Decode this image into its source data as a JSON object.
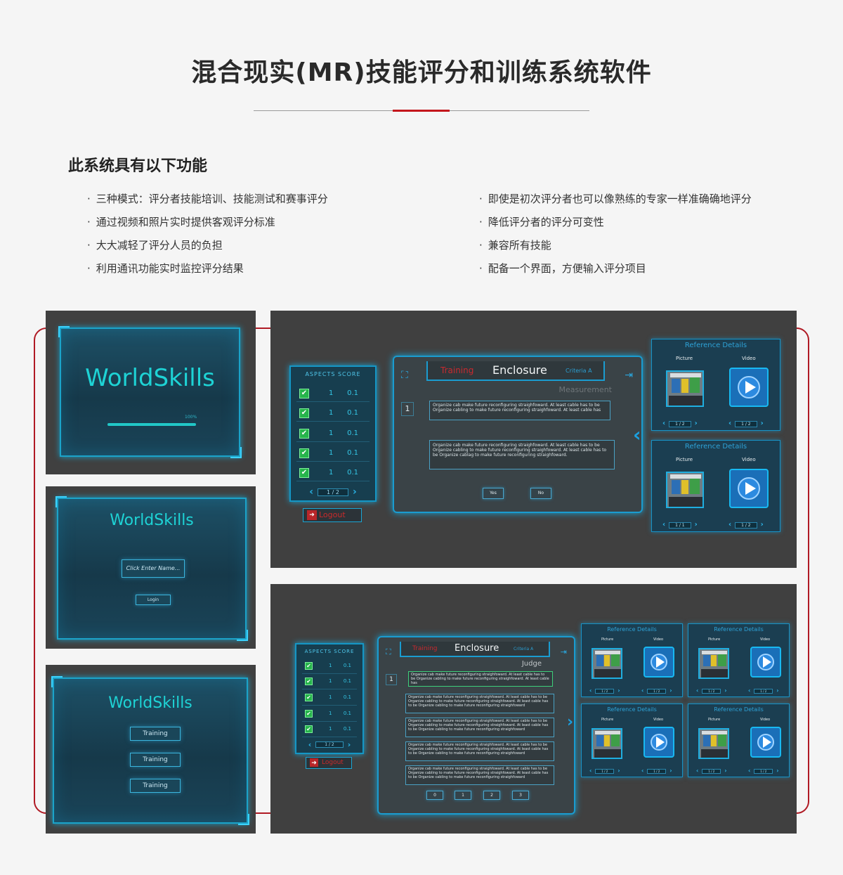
{
  "header": {
    "title": "混合现实(MR)技能评分和训练系统软件",
    "accent_color": "#c4161c"
  },
  "features": {
    "heading": "此系统具有以下功能",
    "left": [
      "三种模式：评分者技能培训、技能测试和赛事评分",
      "通过视频和照片实时提供客观评分标准",
      "大大减轻了评分人员的负担",
      "利用通讯功能实时监控评分结果"
    ],
    "right": [
      "即使是初次评分者也可以像熟练的专家一样准确确地评分",
      "降低评分者的评分可变性",
      "兼容所有技能",
      "配备一个界面，方便输入评分项目"
    ]
  },
  "loading_screen": {
    "brand": "WorldSkills",
    "progress_label": "100%",
    "progress": 1.0
  },
  "login_screen": {
    "brand": "WorldSkills",
    "name_placeholder": "Click Enter Name...",
    "login_label": "Login"
  },
  "mode_screen": {
    "brand": "WorldSkills",
    "buttons": [
      "Training",
      "Training",
      "Training"
    ]
  },
  "scoring_screen_1": {
    "aspects_header": "ASPECTS   SCORE",
    "rows": [
      {
        "aspect": "1",
        "score": "0.1"
      },
      {
        "aspect": "1",
        "score": "0.1"
      },
      {
        "aspect": "1",
        "score": "0.1"
      },
      {
        "aspect": "1",
        "score": "0.1"
      },
      {
        "aspect": "1",
        "score": "0.1"
      }
    ],
    "pager": "1 / 2",
    "logout": "Logout",
    "tab_training": "Training",
    "tab_title": "Enclosure",
    "tab_criteria": "Criteria A",
    "subtitle": "Measurement",
    "item_number": "1",
    "criterion_text": "Organize cab make future reconfiguring straighfoward. At least cable has to be Organize cabling to make future reconfiguring straighfoward. At least cable has",
    "description_text": "Organize cab make future reconfiguring straighfoward. At least cable has to be Organize cabling to make future reconfiguring straighfoward. At least cable has to be Organize cablag to make future reconfiguring straighfoward.",
    "yes_label": "Yes",
    "no_label": "No",
    "reference_cards": [
      {
        "title": "Reference Details",
        "picture_label": "Picture",
        "video_label": "Video",
        "picture_page": "1 / 2",
        "video_page": "1 / 2"
      },
      {
        "title": "Reference Details",
        "picture_label": "Picture",
        "video_label": "Video",
        "picture_page": "1 / 1",
        "video_page": "1 / 2"
      }
    ]
  },
  "scoring_screen_2": {
    "aspects_header": "ASPECTS SCORE",
    "rows": [
      {
        "aspect": "1",
        "score": "0.1"
      },
      {
        "aspect": "1",
        "score": "0.1"
      },
      {
        "aspect": "1",
        "score": "0.1"
      },
      {
        "aspect": "1",
        "score": "0.1"
      },
      {
        "aspect": "1",
        "score": "0.1"
      }
    ],
    "pager": "1 / 2",
    "logout": "Logout",
    "tab_training": "Training",
    "tab_title": "Enclosure",
    "tab_criteria": "Criteria A",
    "subtitle": "Judge",
    "item_number": "1",
    "criterion_text": "Organize cab make future reconfiguring straighfoward. At least cable has to be Organize cabling to make future reconfiguring straighfoward. At least cable has",
    "options": [
      "Organize cab make future reconfiguring straighfoward. At least cable has to be Organize cabling to make future reconfiguring straighfoward. At least cable has to be Organize cabling to make future reconfiguring straighfoward",
      "Organize cab make future reconfiguring straighfoward. At least cable has to be Organize cabling to make future reconfiguring straighfoward. At least cable has to be Organize cabling to make future reconfiguring straighfoward",
      "Organize cab make future reconfiguring straighfoward. At least cable has to be Organize cabling to make future reconfiguring straighfoward. At least cable has to be Organize cabling to make future reconfiguring straighfoward",
      "Organize cab make future reconfiguring straighfoward. At least cable has to be Organize cabling to make future reconfiguring straighfoward. At least cable has to be Organize cabling to make future reconfiguring straighfoward"
    ],
    "score_buttons": [
      "0",
      "1",
      "2",
      "3"
    ],
    "reference_cards": [
      {
        "title": "Reference Details",
        "picture_label": "Picture",
        "video_label": "Video",
        "picture_page": "1 / 2",
        "video_page": "1 / 2"
      },
      {
        "title": "Reference Details",
        "picture_label": "Picture",
        "video_label": "Video",
        "picture_page": "1 / 2",
        "video_page": "1 / 2"
      },
      {
        "title": "Reference Details",
        "picture_label": "Picture",
        "video_label": "Video",
        "picture_page": "1 / 2",
        "video_page": "1 / 2"
      },
      {
        "title": "Reference Details",
        "picture_label": "Picture",
        "video_label": "Video",
        "picture_page": "1 / 2",
        "video_page": "1 / 2"
      }
    ]
  },
  "icons": [
    "checkbox-icon",
    "chevron-left-icon",
    "chevron-right-icon",
    "logout-icon",
    "play-icon",
    "focus-frame-icon",
    "pin-icon"
  ]
}
